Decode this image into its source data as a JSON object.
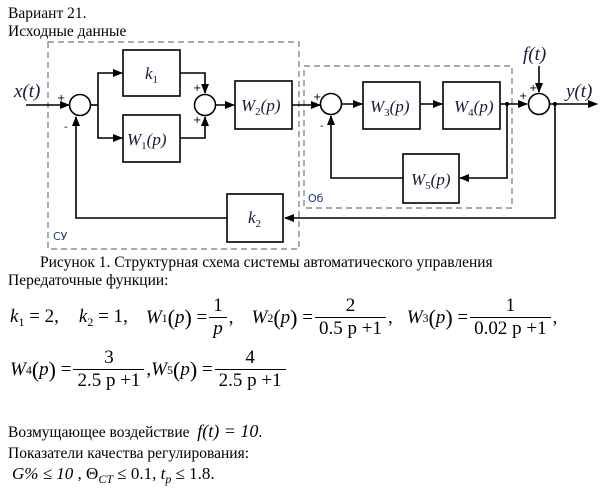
{
  "header": {
    "variant": "Вариант 21.",
    "initial_data": "Исходные данные"
  },
  "diagram": {
    "input_signal": "x(t)",
    "output_signal": "y(t)",
    "disturbance_signal": "f(t)",
    "controller_group_label": "СУ",
    "plant_group_label": "Об",
    "blocks": {
      "k1": {
        "name": "k",
        "sub": "1"
      },
      "w1": {
        "name": "W",
        "sub": "1",
        "arg": "(p)"
      },
      "w2": {
        "name": "W",
        "sub": "2",
        "arg": "(p)"
      },
      "w3": {
        "name": "W",
        "sub": "3",
        "arg": "(p)"
      },
      "w4": {
        "name": "W",
        "sub": "4",
        "arg": "(p)"
      },
      "w5": {
        "name": "W",
        "sub": "5",
        "arg": "(p)"
      },
      "k2": {
        "name": "k",
        "sub": "2"
      }
    },
    "signs": {
      "sum1_in": "+",
      "sum1_fb": "-",
      "sum2_top": "+",
      "sum2_bottom": "+",
      "sum3_in": "+",
      "sum3_fb": "-",
      "sum4_in": "+",
      "sum4_top": "+"
    }
  },
  "caption": "Рисунок 1. Структурная схема системы автоматического управления",
  "transfer_functions_title": "Передаточные функции:",
  "equations": {
    "k1": {
      "lhs": "k",
      "sub": "1",
      "rhs": "= 2"
    },
    "k2": {
      "lhs": "k",
      "sub": "2",
      "rhs": "= 1"
    },
    "w1": {
      "lhs": "W",
      "sub": "1",
      "num": "1",
      "den": "p"
    },
    "w2": {
      "lhs": "W",
      "sub": "2",
      "num": "2",
      "den": "0.5 p +1"
    },
    "w3": {
      "lhs": "W",
      "sub": "3",
      "num": "1",
      "den": "0.02 p +1"
    },
    "w4": {
      "lhs": "W",
      "sub": "4",
      "num": "3",
      "den": "2.5 p +1"
    },
    "w5": {
      "lhs": "W",
      "sub": "5",
      "num": "4",
      "den": "2.5 p +1"
    }
  },
  "disturbance": {
    "label": "Возмущающее воздействие",
    "expr": "f(t) = 10",
    "value": 10
  },
  "quality": {
    "title": "Показатели качества регулирования:",
    "overshoot": "G% ≤ 10",
    "static_error_sym": "Θ",
    "static_error_sub": "CT",
    "static_error_rhs": "≤ 0.1",
    "settling_sym": "t",
    "settling_sub": "p",
    "settling_rhs": "≤ 1.8"
  }
}
